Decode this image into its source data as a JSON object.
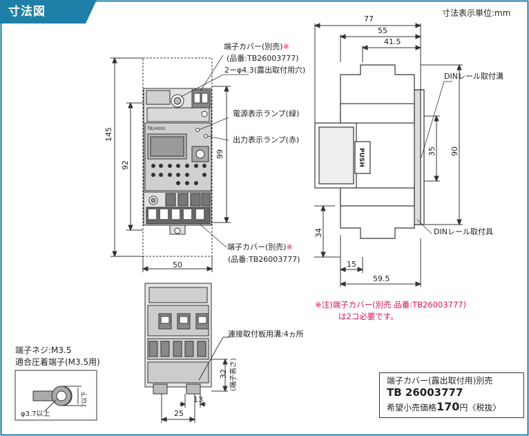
{
  "title": "寸法図",
  "unit_label": "寸法表示単位:mm",
  "front_view": {
    "cover_label_top": "端子カバー(別売)",
    "cover_mark_top": "※",
    "part_number_top": "(品番:TB26003777)",
    "hole_label": "2ーφ4.3(露出取付用穴)",
    "power_lamp": "電源表示ランプ(緑)",
    "output_lamp": "出力表示ランプ(赤)",
    "cover_label_bottom": "端子カバー(別売)",
    "cover_mark_bottom": "※",
    "part_number_bottom": "(品番:TB26003777)",
    "dim_height_total": "145",
    "dim_height_92": "92",
    "dim_height_99": "99",
    "dim_width_50": "50",
    "model_text": "TB24001"
  },
  "side_view": {
    "dim_77": "77",
    "dim_55": "55",
    "dim_41_5": "41.5",
    "din_groove": "DINレール取付溝",
    "din_fixture": "DINレール取付具",
    "dim_35": "35",
    "dim_90": "90",
    "dim_34": "34",
    "dim_15": "15",
    "dim_59_5": "59.5",
    "push_label": "PUSH"
  },
  "note": {
    "line1": "※注)端子カバー(別売 品番:TB26003777)",
    "line2": "は2コ必要です。"
  },
  "bottom_view": {
    "plate_groove": "連接取付板用溝:4ヵ所",
    "dim_32": "32",
    "dim_32_sub": "(端子高さ)",
    "dim_13": "13",
    "dim_25": "25"
  },
  "terminal_info": {
    "screw": "端子ネジ:M3.5",
    "crimp": "適合圧着端子(M3.5用)",
    "dim_7": "7以下",
    "dim_phi": "φ3.7以上"
  },
  "spec_box": {
    "line1": "端子カバー(露出取付用)別売",
    "part_no": "TB 26003777",
    "price_prefix": "希望小売価格",
    "price": "170",
    "price_suffix": "円〈税抜〉"
  },
  "colors": {
    "accent": "#1e7fa8",
    "note_pink": "#d6145d",
    "device_gray": "#d8d8d8",
    "line": "#333333"
  }
}
